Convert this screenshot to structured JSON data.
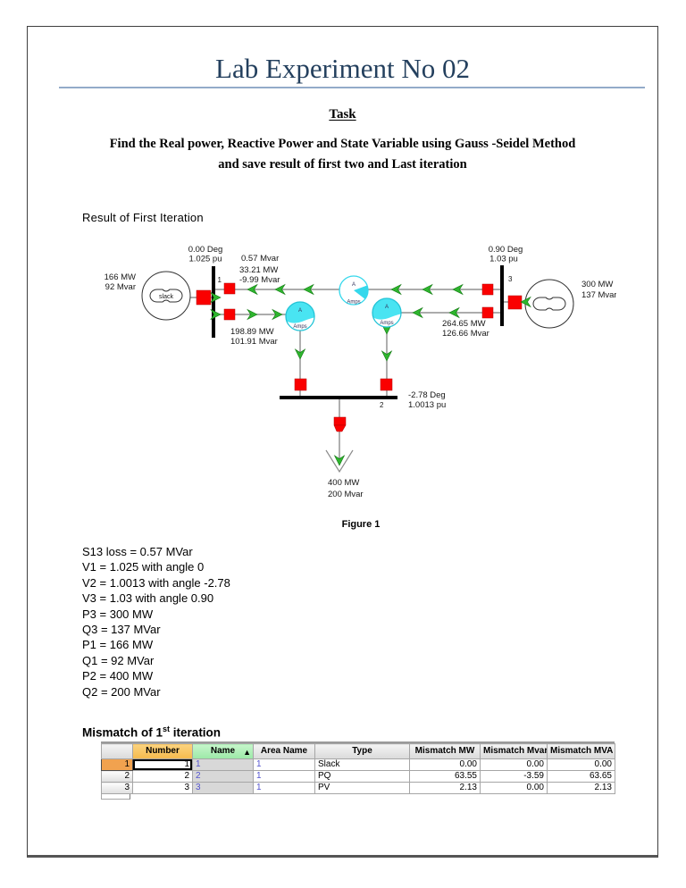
{
  "page": {
    "title": "Lab Experiment No 02",
    "task_heading": "Task",
    "task_line1": "Find the Real power, Reactive Power and State Variable using Gauss -Seidel Method",
    "task_line2": "and save result of first two and Last iteration",
    "result_heading": "Result of First Iteration",
    "figure_caption": "Figure 1"
  },
  "diagram": {
    "bus1": {
      "angle": "0.00 Deg",
      "pu": "1.025 pu",
      "number": "1"
    },
    "bus2": {
      "angle": "-2.78 Deg",
      "pu": "1.0013 pu",
      "number": "2"
    },
    "bus3": {
      "angle": "0.90 Deg",
      "pu": "1.03 pu",
      "number": "3"
    },
    "gen1": {
      "label": "slack",
      "mw": "166 MW",
      "mvar": "92 Mvar"
    },
    "gen3": {
      "mw": "300 MW",
      "mvar": "137 Mvar"
    },
    "load2": {
      "mw": "400 MW",
      "mvar": "200 Mvar"
    },
    "line13": {
      "loss": "0.57 Mvar",
      "mw": "33.21 MW",
      "mvar": "-9.99 Mvar"
    },
    "line12": {
      "mw": "198.89 MW",
      "mvar": "101.91 Mvar"
    },
    "line32": {
      "mw": "264.65 MW",
      "mvar": "126.66 Mvar"
    },
    "meter": {
      "letter": "A",
      "label": "Amps"
    }
  },
  "results": {
    "lines": [
      "S13 loss = 0.57 MVar",
      "V1 = 1.025 with angle 0",
      "V2 = 1.0013 with angle -2.78",
      "V3 = 1.03 with angle 0.90",
      "P3 = 300 MW",
      "Q3 = 137 MVar",
      "P1 = 166 MW",
      "Q1 = 92 MVar",
      "P2 = 400 MW",
      "Q2 = 200 MVar"
    ]
  },
  "mismatch": {
    "prefix": "Mismatch of 1",
    "sup": "st",
    "suffix": " iteration"
  },
  "table": {
    "headers": [
      "",
      "Number",
      "Name",
      "Area Name",
      "Type",
      "Mismatch MW",
      "Mismatch Mvar",
      "Mismatch MVA"
    ],
    "sort_icon": "▲",
    "rows": [
      [
        "1",
        "1",
        "1",
        "1",
        "Slack",
        "0.00",
        "0.00",
        "0.00"
      ],
      [
        "2",
        "2",
        "2",
        "1",
        "PQ",
        "63.55",
        "-3.59",
        "63.65"
      ],
      [
        "3",
        "3",
        "3",
        "1",
        "PV",
        "2.13",
        "0.00",
        "2.13"
      ]
    ]
  },
  "colors": {
    "title_blue": "#24405e",
    "rule_blue": "#93abc9",
    "breaker_red": "#fa0000",
    "arrow_green": "#2eb52e",
    "meter_cyan": "#49e4f2",
    "header_orange": "#f5ba4d",
    "header_green": "#9ce9a7",
    "grid_blue_text": "#5454cf"
  }
}
